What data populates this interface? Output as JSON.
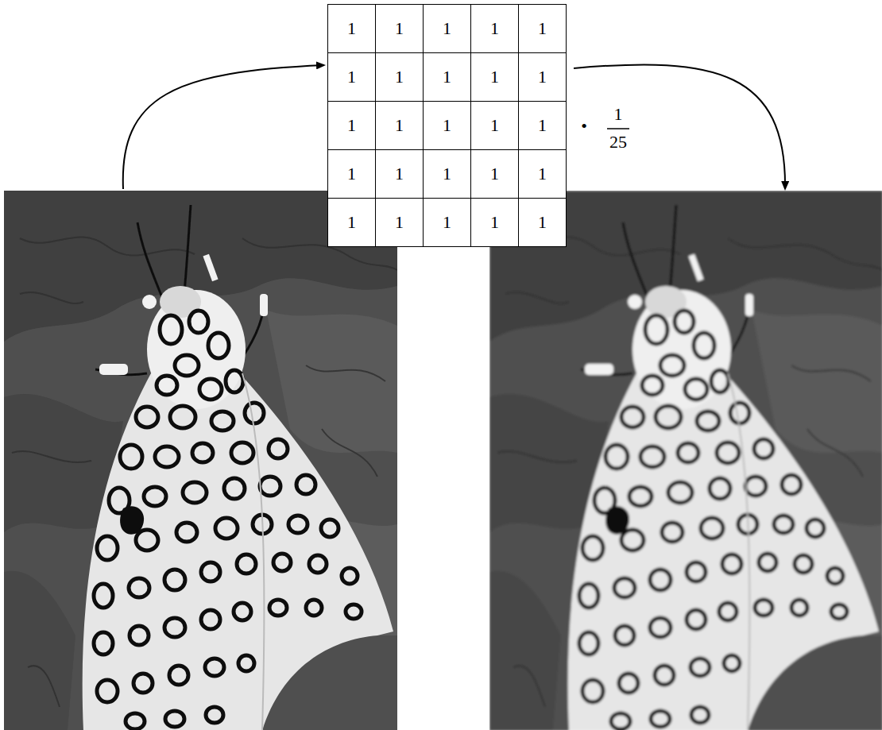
{
  "diagram": {
    "labels": [
      "1",
      "1",
      "1",
      "1",
      "1",
      "1",
      "1",
      "1",
      "1",
      "1",
      "1",
      "1",
      "1",
      "1",
      "1",
      "1",
      "1",
      "1",
      "1",
      "1",
      "1",
      "1",
      "1",
      "1",
      "1",
      "•",
      "1",
      "25"
    ]
  }
}
